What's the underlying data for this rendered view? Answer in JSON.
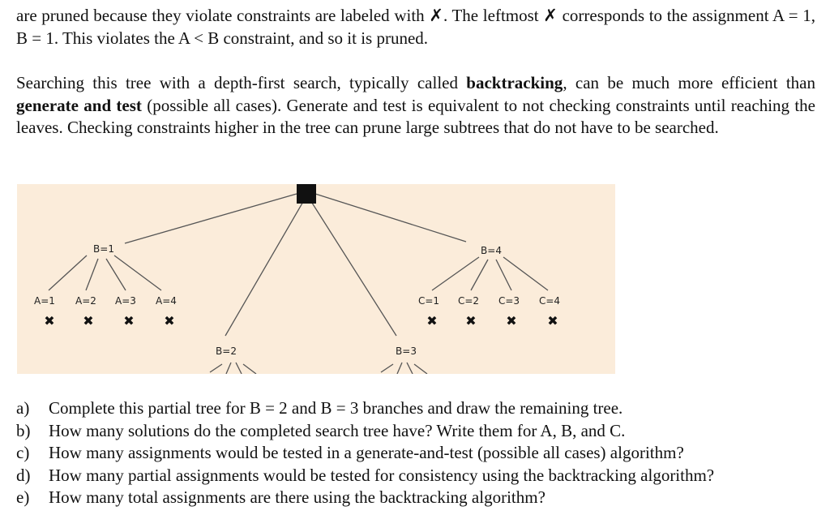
{
  "paragraph1": {
    "text_a": "are pruned because they violate constraints are labeled with ",
    "x_symbol": "✗",
    "text_b": ". The leftmost ",
    "text_c": " corresponds to the assignment A = 1, B = 1. This violates the A < B constraint, and so it is pruned."
  },
  "paragraph2": {
    "text_a": "Searching this tree with a depth-first search, typically called ",
    "term_backtracking": "backtracking",
    "text_b": ", can be much more efficient than ",
    "term_generate_test": "generate and test",
    "text_c": " (possible all cases). Generate and test is equivalent to not checking constraints until reaching the leaves. Checking constraints higher in the tree can prune large subtrees that do not have to be searched."
  },
  "tree": {
    "background": "#fbecda",
    "root_color": "#111111",
    "line_color": "#555555",
    "x_mark": "✖",
    "b1": {
      "label": "B=1",
      "children": [
        {
          "label": "A=1"
        },
        {
          "label": "A=2"
        },
        {
          "label": "A=3"
        },
        {
          "label": "A=4"
        }
      ]
    },
    "b2": {
      "label": "B=2"
    },
    "b3": {
      "label": "B=3"
    },
    "b4": {
      "label": "B=4",
      "children": [
        {
          "label": "C=1"
        },
        {
          "label": "C=2"
        },
        {
          "label": "C=3"
        },
        {
          "label": "C=4"
        }
      ]
    }
  },
  "questions": [
    {
      "marker": "a)",
      "text": "Complete this partial tree for B = 2 and B = 3 branches and draw the remaining tree."
    },
    {
      "marker": "b)",
      "text": "How many solutions do the completed search tree have? Write them for A, B, and C."
    },
    {
      "marker": "c)",
      "text": "How many assignments would be tested in a generate-and-test (possible all cases) algorithm?"
    },
    {
      "marker": "d)",
      "text": "How many partial assignments would be tested for consistency using the backtracking algorithm?"
    },
    {
      "marker": "e)",
      "text": "How many total assignments are there using the backtracking algorithm?"
    }
  ]
}
